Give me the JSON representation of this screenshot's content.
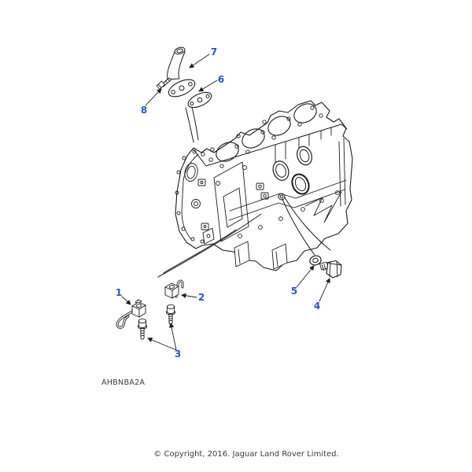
{
  "diagram": {
    "figure_code": "AHBNBA2A",
    "callouts": [
      {
        "number": "1"
      },
      {
        "number": "2"
      },
      {
        "number": "3"
      },
      {
        "number": "4"
      },
      {
        "number": "5"
      },
      {
        "number": "6"
      },
      {
        "number": "7"
      },
      {
        "number": "8"
      }
    ]
  },
  "footer": {
    "copyright": "© Copyright, 2016. Jaguar Land Rover Limited."
  },
  "colors": {
    "callout_label": "#2853cf",
    "line_art": "#1c1c1c",
    "background": "#ffffff"
  }
}
